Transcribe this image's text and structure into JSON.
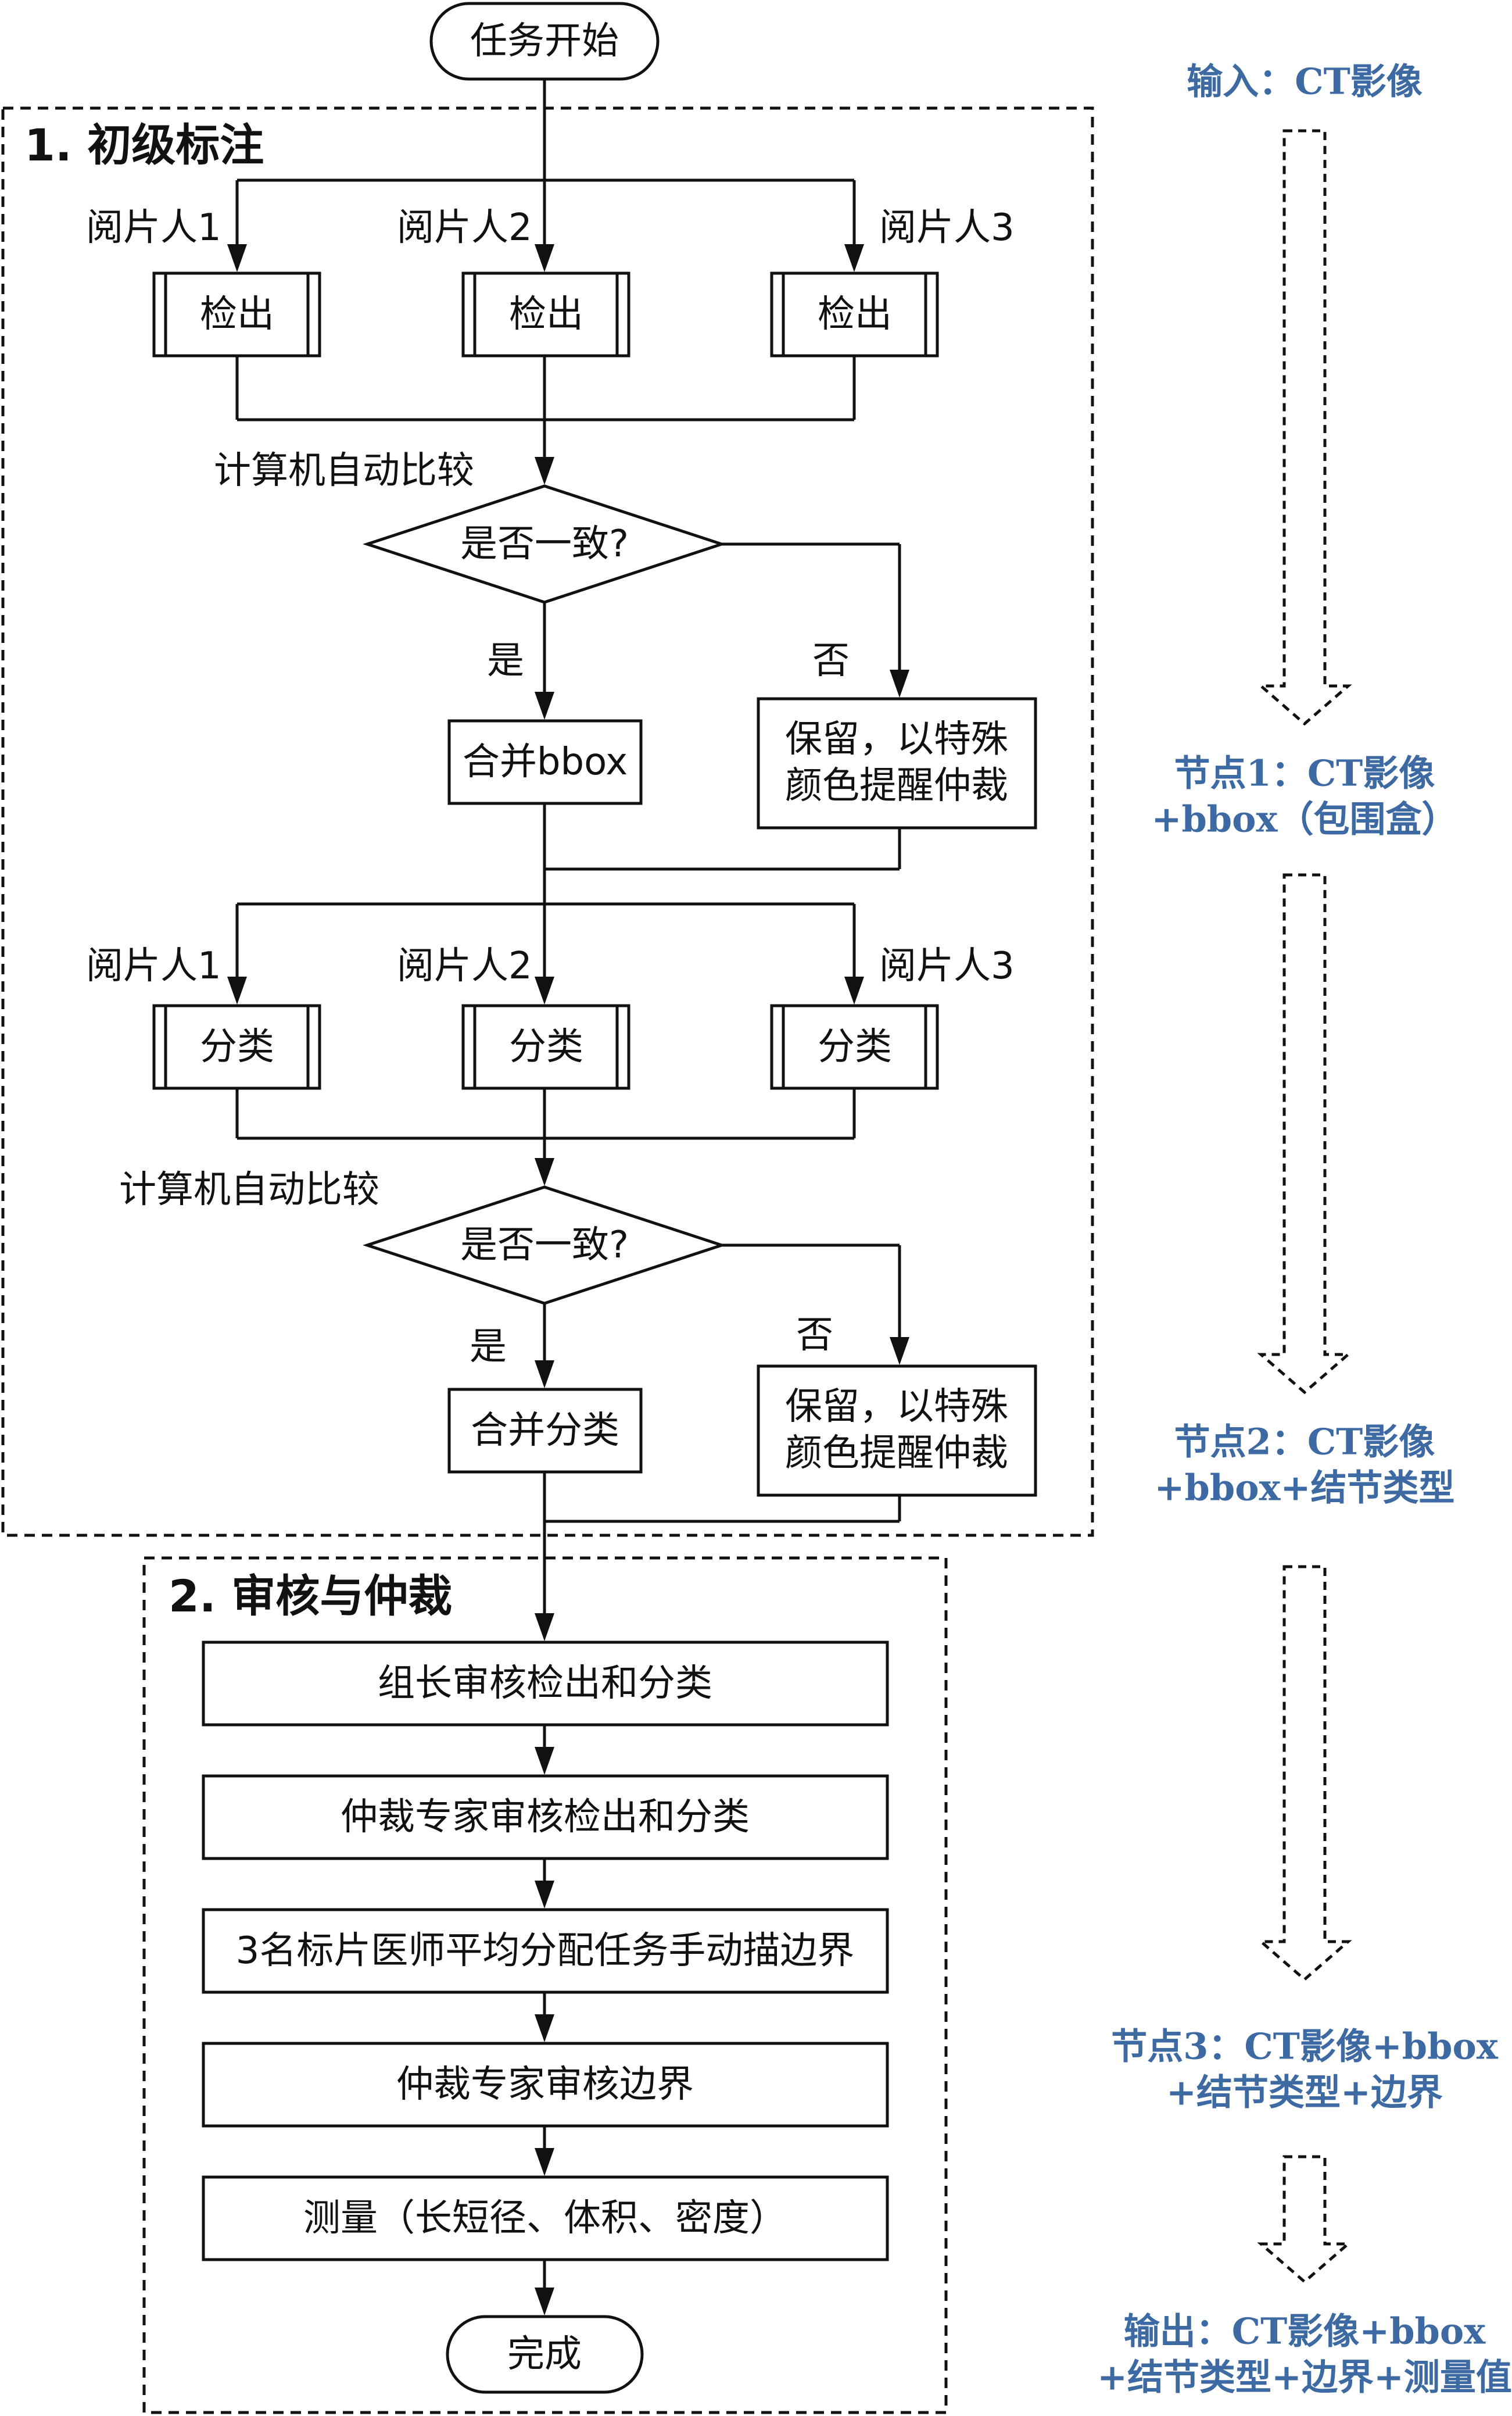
{
  "start": "任务开始",
  "section1": {
    "title": "1. 初级标注",
    "readers": [
      "阅片人1",
      "阅片人2",
      "阅片人3"
    ],
    "detect_label": "检出",
    "auto_compare_1": "计算机自动比较",
    "decision_1": "是否一致?",
    "yes_1": "是",
    "no_1": "否",
    "merge_bbox": "合并bbox",
    "retain_line1": "保留，以特殊",
    "retain_line2": "颜色提醒仲裁",
    "classify_label": "分类",
    "auto_compare_2": "计算机自动比较",
    "decision_2": "是否一致?",
    "yes_2": "是",
    "no_2": "否",
    "merge_class": "合并分类"
  },
  "section2": {
    "title": "2. 审核与仲裁",
    "steps": [
      "组长审核检出和分类",
      "仲裁专家审核检出和分类",
      "3名标片医师平均分配任务手动描边界",
      "仲裁专家审核边界",
      "测量（长短径、体积、密度）"
    ]
  },
  "finish": "完成",
  "side_nodes": [
    {
      "line1": "输入：CT影像",
      "line2": ""
    },
    {
      "line1": "节点1：CT影像",
      "line2": "+bbox（包围盒）"
    },
    {
      "line1": "节点2：CT影像",
      "line2": "+bbox+结节类型"
    },
    {
      "line1": "节点3：CT影像+bbox",
      "line2": "+结节类型+边界"
    },
    {
      "line1": "输出：CT影像+bbox",
      "line2": "+结节类型+边界+测量值"
    }
  ],
  "colors": {
    "line": "#111111",
    "side_text": "#3d6aa3"
  }
}
